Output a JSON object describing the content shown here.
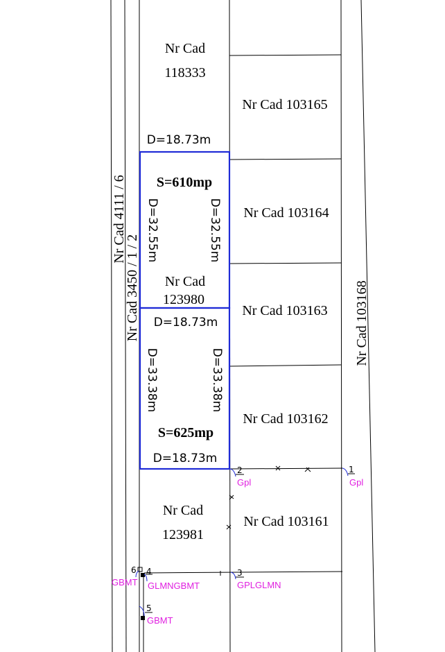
{
  "colors": {
    "line": "#000000",
    "parcel_outline": "#1f2bd6",
    "point_label": "#e020e0"
  },
  "labels": {
    "nr_cad_118333_a": "Nr Cad",
    "nr_cad_118333_b": "118333",
    "nr_cad_103165": "Nr Cad 103165",
    "nr_cad_103164": "Nr Cad 103164",
    "nr_cad_103163": "Nr Cad 103163",
    "nr_cad_103162": "Nr Cad 103162",
    "nr_cad_103161": "Nr Cad 103161",
    "nr_cad_103168": "Nr Cad 103168",
    "nr_cad_4111_6": "Nr Cad 4111 / 6",
    "nr_cad_3450_1_2": "Nr Cad 3450 / 1 / 2",
    "nr_cad_123980_a": "Nr Cad",
    "nr_cad_123980_b": "123980",
    "nr_cad_123981_a": "Nr Cad",
    "nr_cad_123981_b": "123981"
  },
  "dimensions": {
    "top_width_upper": "D=18.73m",
    "upper_left": "D=32.55m",
    "upper_right": "D=32.55m",
    "middle_width": "D=18.73m",
    "lower_left": "D=33.38m",
    "lower_right": "D=33.38m",
    "bottom_width": "D=18.73m"
  },
  "areas": {
    "upper_area": "S=610mp",
    "lower_area": "S=625mp"
  },
  "points": {
    "p1_num": "1",
    "p1_code": "Gpl",
    "p2_num": "2",
    "p2_code": "Gpl",
    "p3_num": "3",
    "p3_code": "GPLGLMN",
    "p4_num": "4",
    "p4_code": "GLMNGBMT",
    "p5_num": "5",
    "p5_code": "GBMT",
    "p6_num": "6",
    "p6_code": "GBMT"
  }
}
